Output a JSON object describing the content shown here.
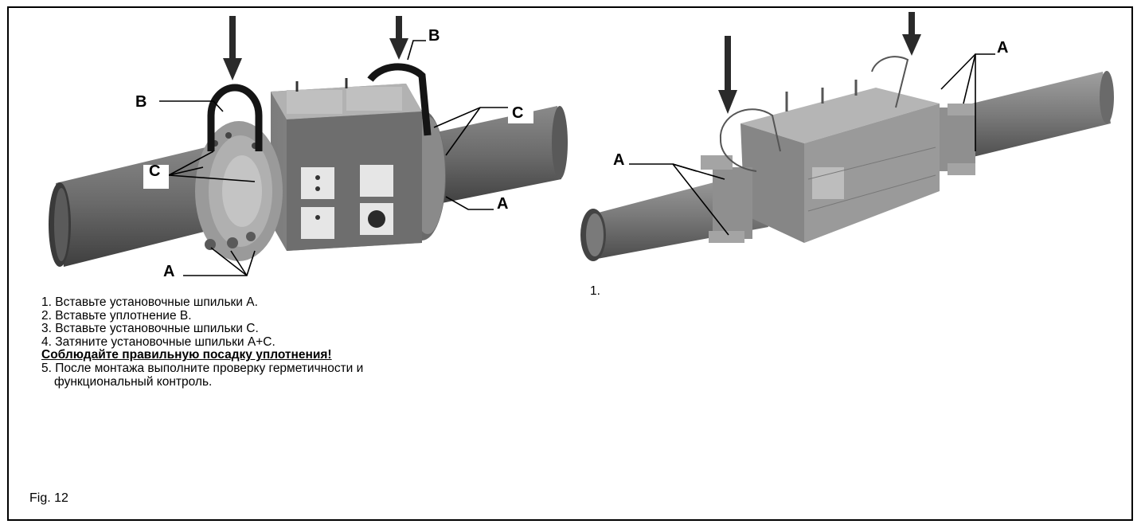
{
  "left_illustration": {
    "callouts": {
      "a": "A",
      "b": "B",
      "c": "C"
    }
  },
  "right_illustration": {
    "callouts": {
      "a": "A"
    }
  },
  "instructions": {
    "step1": "1. Вставьте установочные шпильки A.",
    "step2": "2. Вставьте уплотнение B.",
    "step3": "3. Вставьте установочные шпильки C.",
    "step4": "4. Затяните установочные шпильки A+C.",
    "warning": "Соблюдайте правильную посадку уплотнения!",
    "step5_line1": "5. После монтажа выполните проверку герметичности и",
    "step5_line2": "функциональный контроль."
  },
  "right_step": "1.",
  "figure_label": "Fig. 12",
  "colors": {
    "pipe": "#6f6f6f",
    "pipe_dark": "#4a4a4a",
    "body": "#8c8c8c",
    "light_body": "#a9a9a9",
    "seal": "#1a1a1a"
  }
}
